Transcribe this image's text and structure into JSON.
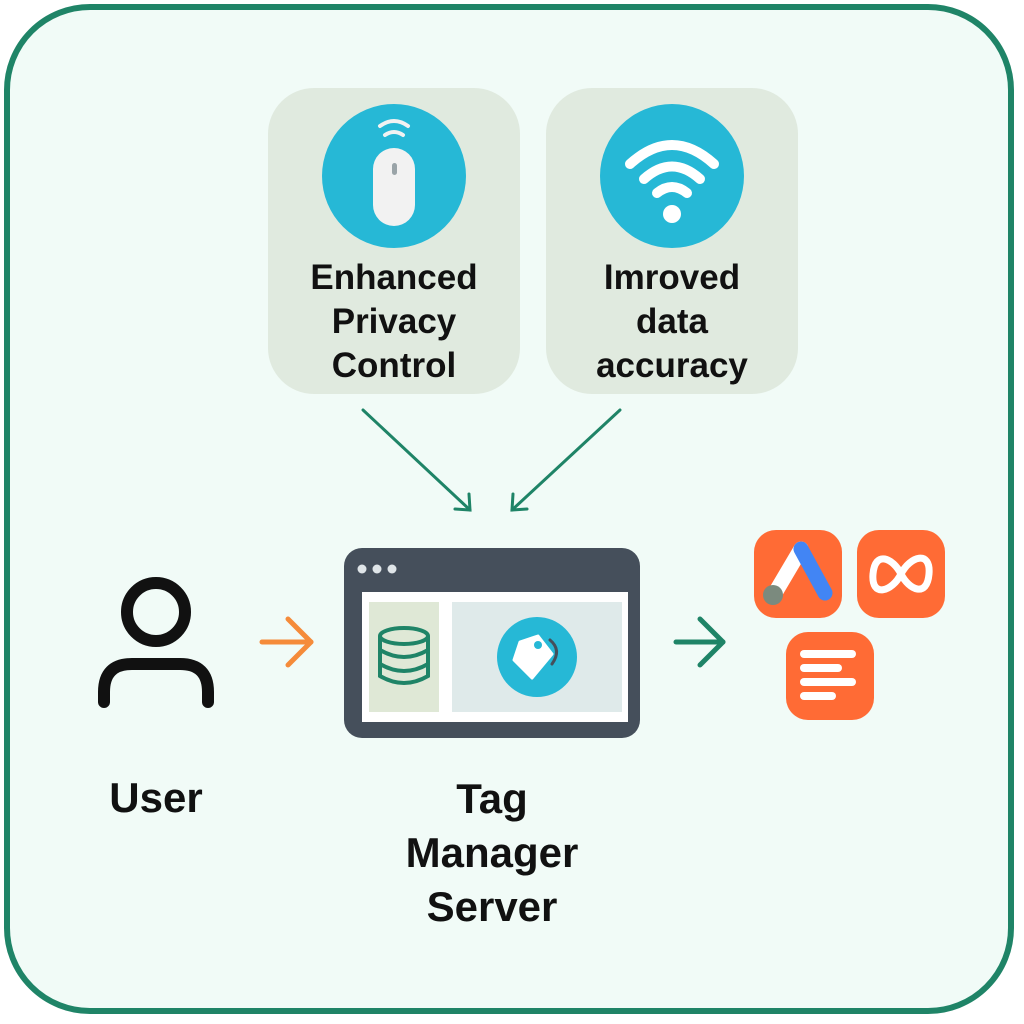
{
  "benefits": [
    {
      "icon": "mouse-icon",
      "lines": [
        "Enhanced",
        "Privacy",
        "Control"
      ]
    },
    {
      "icon": "wifi-icon",
      "lines": [
        "Imroved",
        "data",
        "accuracy"
      ]
    }
  ],
  "user": {
    "icon": "user-icon",
    "label": "User"
  },
  "server": {
    "icon": "browser-window-icon",
    "lines": [
      "Tag",
      "Manager",
      "Server"
    ]
  },
  "destinations": [
    "google-ads-icon",
    "meta-icon",
    "text-align-left-icon"
  ],
  "colors": {
    "frame_border": "#1f8467",
    "background": "#f1fbf7",
    "card": "#e0eadf",
    "accent_cyan": "#26b8d6",
    "arrow_orange": "#f58b3a",
    "arrow_green": "#1f8467",
    "destination_orange": "#ff6b35",
    "window_dark": "#454f5b"
  }
}
